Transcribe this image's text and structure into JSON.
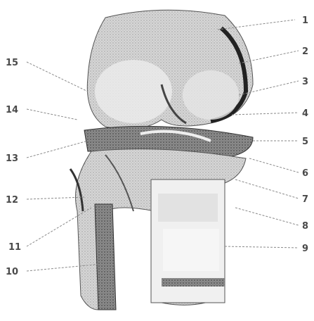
{
  "figure": {
    "subject": "knee-joint-anatomical-illustration",
    "labels_left": [
      {
        "id": "left-label-15",
        "text": "15"
      },
      {
        "id": "left-label-14",
        "text": "14"
      },
      {
        "id": "left-label-13",
        "text": "13"
      },
      {
        "id": "left-label-12",
        "text": "12"
      },
      {
        "id": "left-label-11",
        "text": "11"
      },
      {
        "id": "left-label-10",
        "text": "10"
      }
    ],
    "labels_right": [
      {
        "id": "right-label-1",
        "text": "1"
      },
      {
        "id": "right-label-2",
        "text": "2"
      },
      {
        "id": "right-label-3",
        "text": "3"
      },
      {
        "id": "right-label-4",
        "text": "4"
      },
      {
        "id": "right-label-5",
        "text": "5"
      },
      {
        "id": "right-label-6",
        "text": "6"
      },
      {
        "id": "right-label-7",
        "text": "7"
      },
      {
        "id": "right-label-8",
        "text": "8"
      },
      {
        "id": "right-label-9",
        "text": "9"
      }
    ]
  }
}
